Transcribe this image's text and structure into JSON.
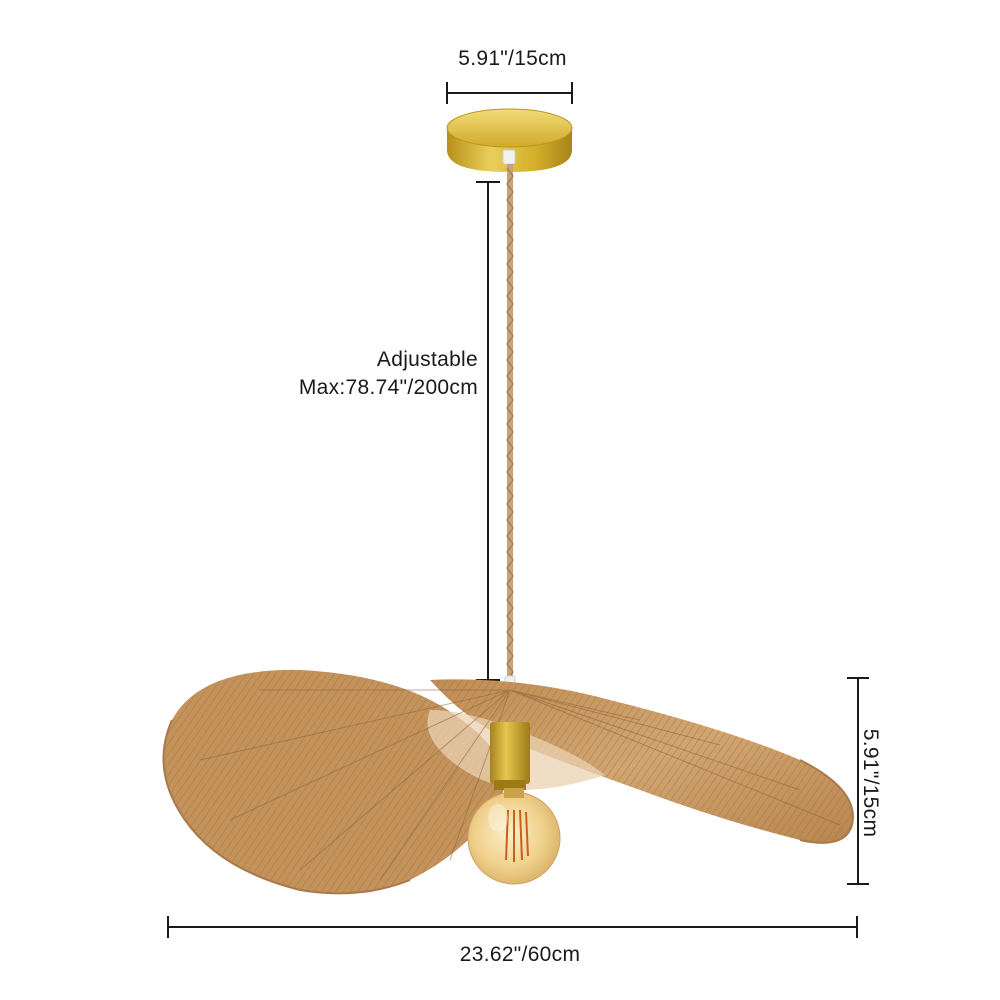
{
  "dimensions": {
    "canopy_width": "5.91\"/15cm",
    "cord_length_line1": "Adjustable",
    "cord_length_line2": "Max:78.74\"/200cm",
    "shade_height": "5.91\"/15cm",
    "shade_width": "23.62\"/60cm"
  },
  "colors": {
    "background": "#ffffff",
    "dimension_line": "#1a1a1a",
    "canopy_gold": "#d4b02a",
    "rattan": "#c89a62",
    "cord": "#c8a27a",
    "bulb_glass": "#f3d89a"
  },
  "product": {
    "item": "rattan-pendant-lamp",
    "canopy": "gold-round-canopy",
    "bulb": "globe-filament-bulb"
  }
}
